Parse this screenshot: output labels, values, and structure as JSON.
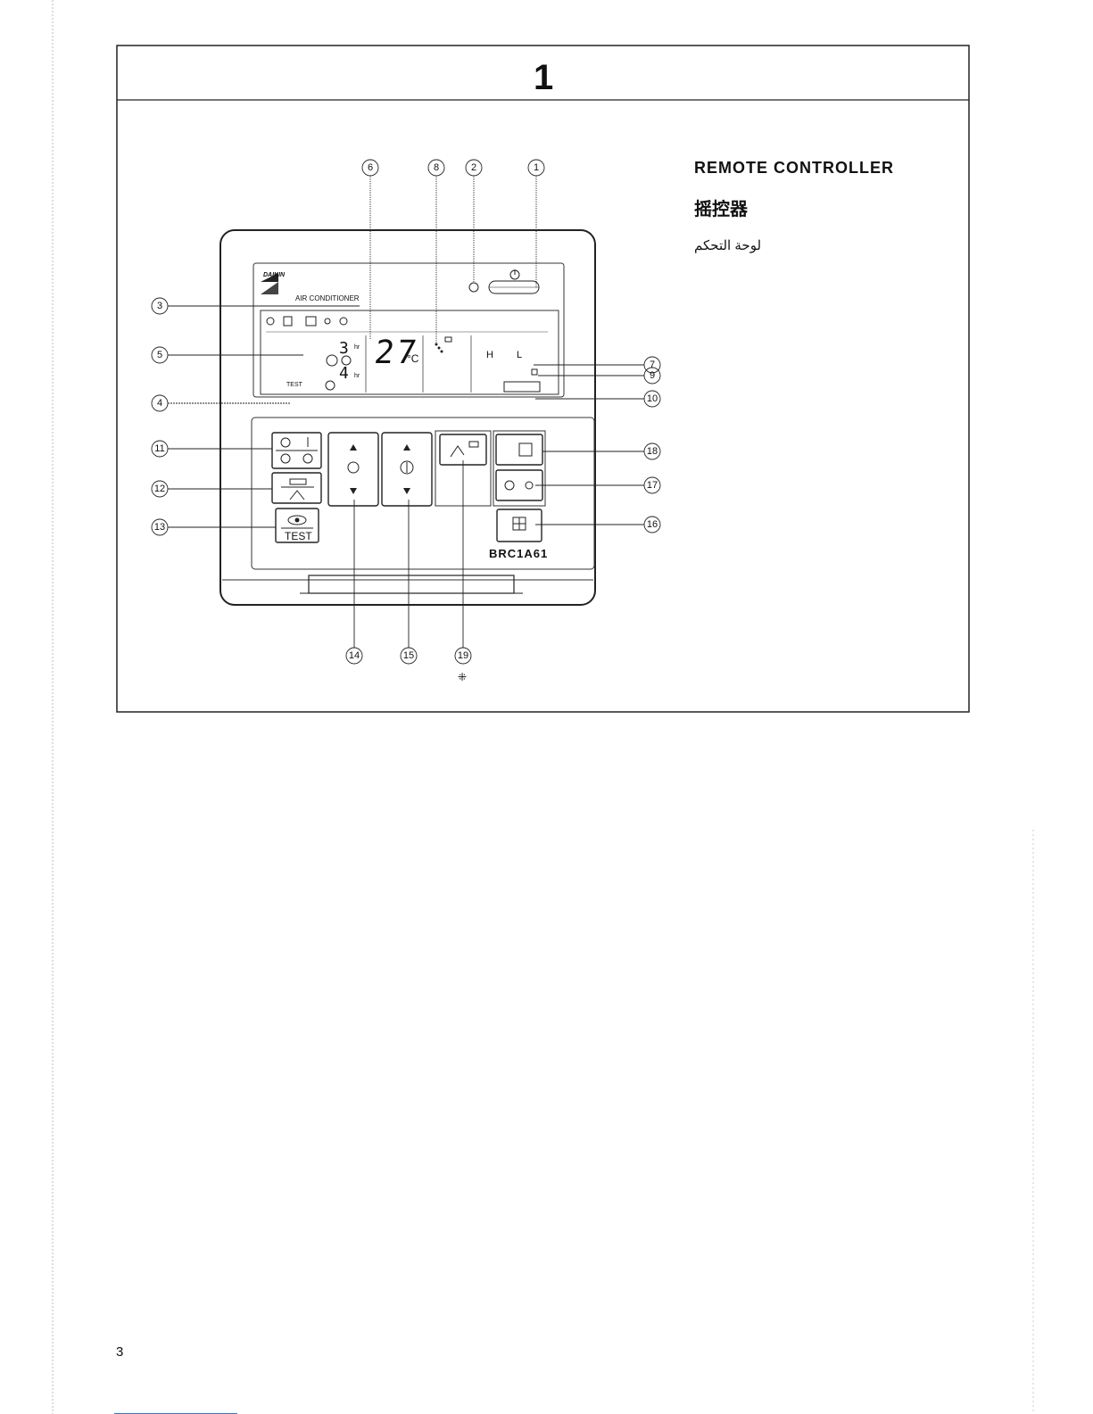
{
  "page": {
    "section_number": "1",
    "page_number": "3"
  },
  "titles": {
    "english": "REMOTE CONTROLLER",
    "chinese": "摇控器",
    "arabic": "لوحة التحكم"
  },
  "controller": {
    "brand": "DAIKIN",
    "product_line": "AIR CONDITIONER",
    "model": "BRC1A61",
    "display": {
      "temperature": "27",
      "temperature_unit": "°C",
      "timer_on_hours": "3",
      "timer_off_hours": "4",
      "hr_label": "hr",
      "fan_high": "H",
      "fan_low": "L",
      "test_label": "TEST"
    },
    "buttons": {
      "test_label": "TEST"
    }
  },
  "callouts": [
    "1",
    "2",
    "3",
    "4",
    "5",
    "6",
    "7",
    "8",
    "9",
    "10",
    "11",
    "12",
    "13",
    "14",
    "15",
    "16",
    "17",
    "18",
    "19"
  ],
  "footnote": "⁜"
}
